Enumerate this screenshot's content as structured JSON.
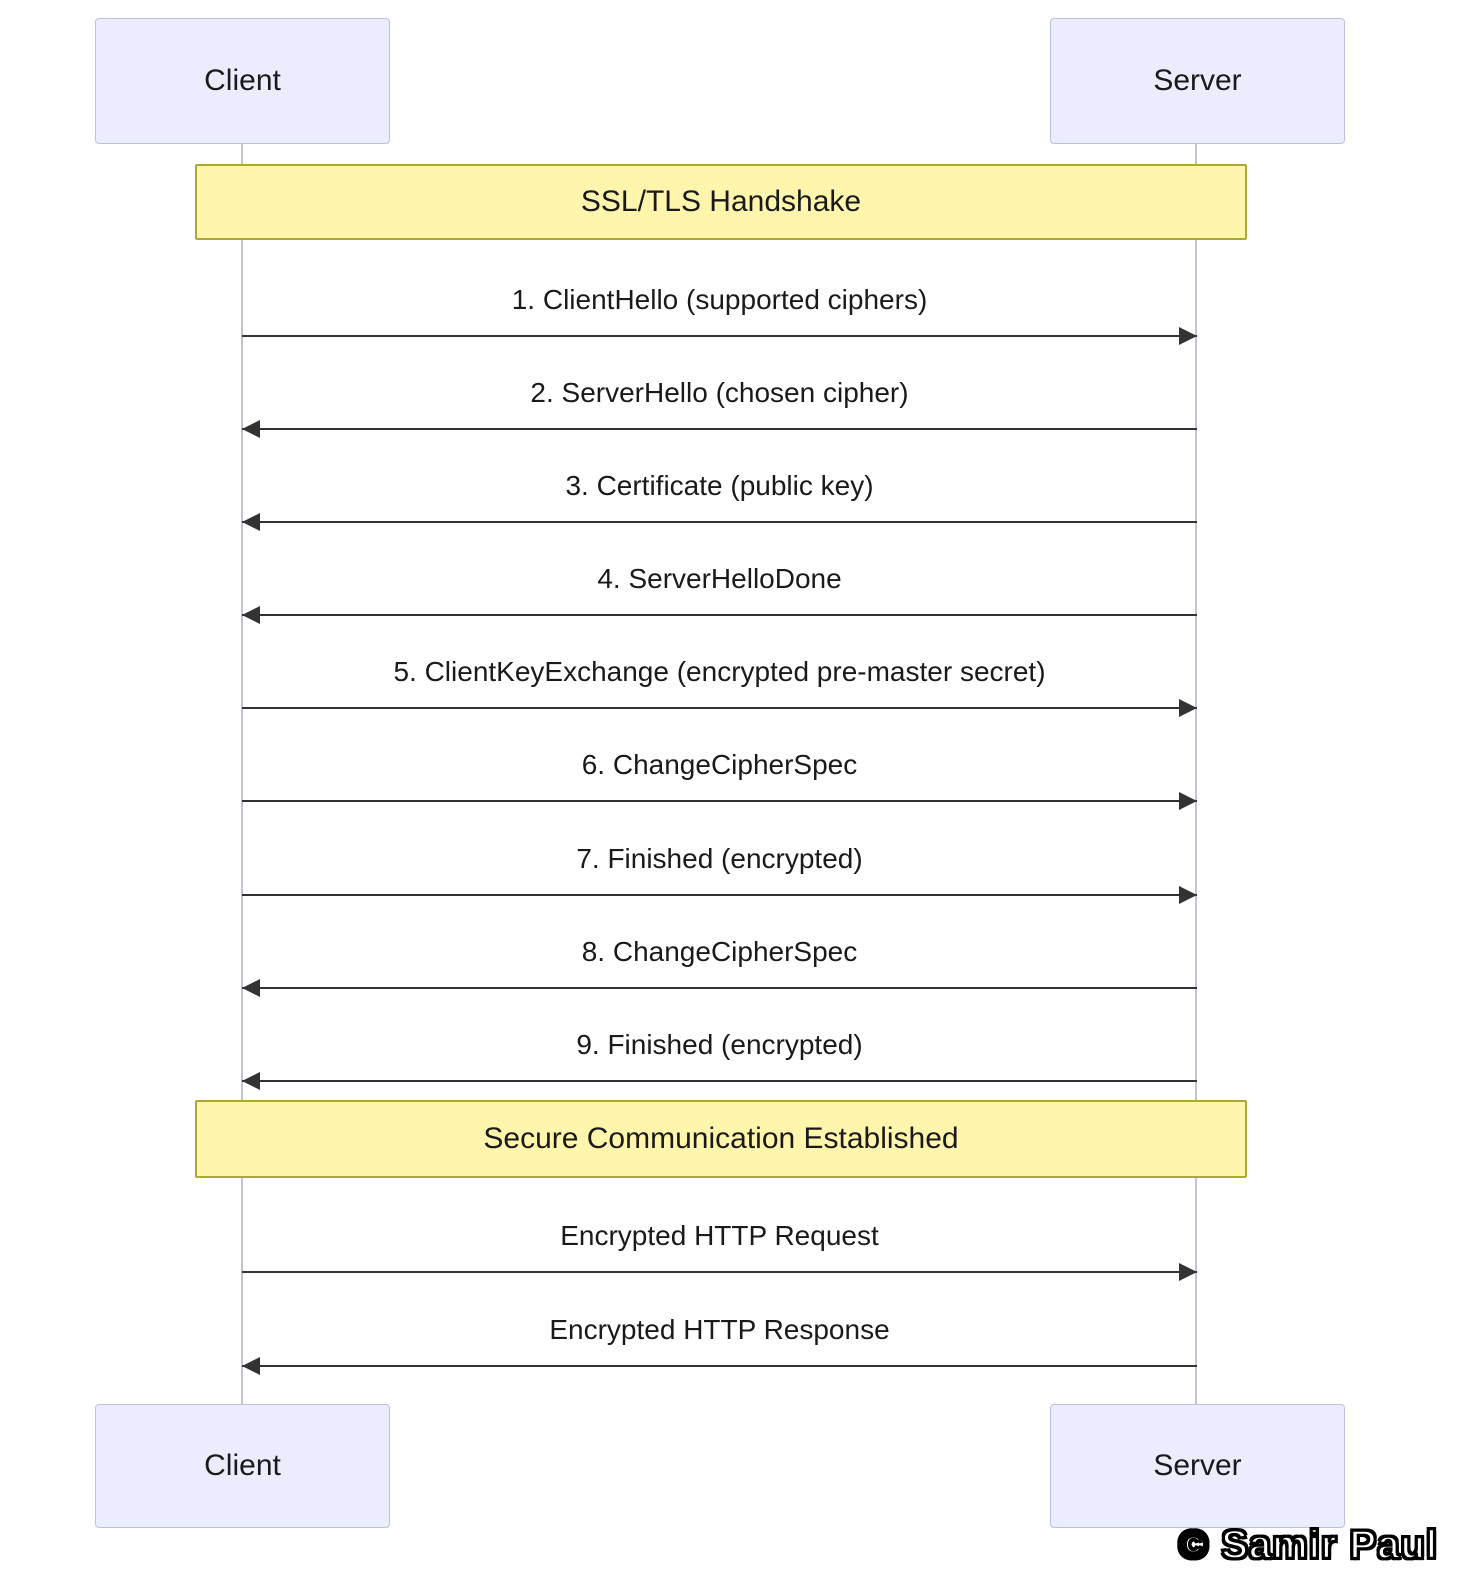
{
  "actors": {
    "client": "Client",
    "server": "Server"
  },
  "banners": {
    "handshake": "SSL/TLS Handshake",
    "secure": "Secure Communication Established"
  },
  "messages": [
    {
      "label": "1. ClientHello (supported ciphers)",
      "direction": "right",
      "from": "Client",
      "to": "Server"
    },
    {
      "label": "2. ServerHello (chosen cipher)",
      "direction": "left",
      "from": "Server",
      "to": "Client"
    },
    {
      "label": "3. Certificate (public key)",
      "direction": "left",
      "from": "Server",
      "to": "Client"
    },
    {
      "label": "4. ServerHelloDone",
      "direction": "left",
      "from": "Server",
      "to": "Client"
    },
    {
      "label": "5. ClientKeyExchange (encrypted pre-master secret)",
      "direction": "right",
      "from": "Client",
      "to": "Server"
    },
    {
      "label": "6. ChangeCipherSpec",
      "direction": "right",
      "from": "Client",
      "to": "Server"
    },
    {
      "label": "7. Finished (encrypted)",
      "direction": "right",
      "from": "Client",
      "to": "Server"
    },
    {
      "label": "8. ChangeCipherSpec",
      "direction": "left",
      "from": "Server",
      "to": "Client"
    },
    {
      "label": "9. Finished (encrypted)",
      "direction": "left",
      "from": "Server",
      "to": "Client"
    },
    {
      "label": "Encrypted HTTP Request",
      "direction": "right",
      "from": "Client",
      "to": "Server"
    },
    {
      "label": "Encrypted HTTP Response",
      "direction": "left",
      "from": "Server",
      "to": "Client"
    }
  ],
  "watermark": "© Samir Paul",
  "colors": {
    "actor_fill": "#ECECFF",
    "actor_border": "#bfbfe3",
    "banner_fill": "#FFF5AD",
    "banner_border": "#aaaa33",
    "arrow": "#333333",
    "lifeline": "#c6c2d6"
  }
}
